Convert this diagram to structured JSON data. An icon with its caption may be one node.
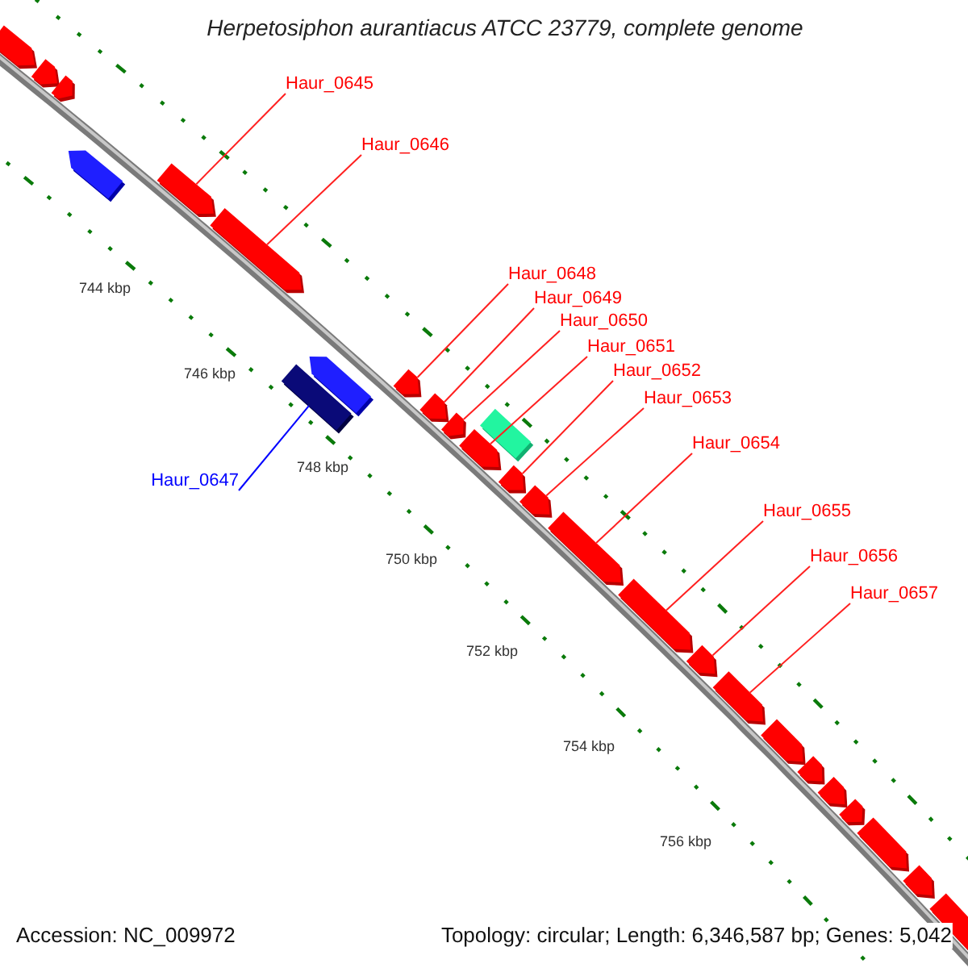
{
  "diagram": {
    "title": "Herpetosiphon aurantiacus ATCC 23779, complete genome",
    "nodes": [
      {
        "text": [
          "Haur_0645"
        ]
      },
      {
        "text": [
          "Haur_0646"
        ]
      },
      {
        "text": [
          "Haur_0647"
        ]
      },
      {
        "text": [
          "Haur_0648"
        ]
      },
      {
        "text": [
          "Haur_0649"
        ]
      },
      {
        "text": [
          "Haur_0650"
        ]
      },
      {
        "text": [
          "Haur_0651"
        ]
      },
      {
        "text": [
          "Haur_0652"
        ]
      },
      {
        "text": [
          "Haur_0653"
        ]
      },
      {
        "text": [
          "Haur_0654"
        ]
      },
      {
        "text": [
          "Haur_0655"
        ]
      },
      {
        "text": [
          "Haur_0656"
        ]
      },
      {
        "text": [
          "Haur_0657"
        ]
      },
      {
        "text": [],
        "shape": "arrow"
      },
      {
        "text": [],
        "shape": "arrow"
      },
      {
        "text": [],
        "shape": "arrow"
      },
      {
        "text": [],
        "shape": "arrow"
      },
      {
        "text": [],
        "shape": "arrow"
      },
      {
        "text": [],
        "shape": "arrow"
      },
      {
        "text": [],
        "shape": "arrow"
      },
      {
        "text": [],
        "shape": "bar"
      },
      {
        "text": [],
        "shape": "arrow"
      },
      {
        "text": [],
        "shape": "arrow"
      },
      {
        "text": [],
        "shape": "arrow"
      },
      {
        "text": [],
        "shape": "arrow"
      },
      {
        "text": [],
        "shape": "bar"
      },
      {
        "text": [],
        "shape": "arrow"
      },
      {
        "text": [],
        "shape": "arrow"
      },
      {
        "text": [],
        "shape": "arrow"
      },
      {
        "text": [],
        "shape": "arrow"
      },
      {
        "text": [],
        "shape": "arrow"
      },
      {
        "text": [],
        "shape": "arrow"
      },
      {
        "text": [],
        "shape": "arrow"
      },
      {
        "text": [],
        "shape": "arrow"
      },
      {
        "text": [],
        "shape": "arrow"
      },
      {
        "text": [],
        "shape": "arrow"
      },
      {
        "text": [],
        "shape": "arrow"
      },
      {
        "text": [],
        "shape": "arrow"
      },
      {
        "text": [],
        "shape": "arrow"
      }
    ],
    "edges": [
      {
        "from": 0,
        "to": 17,
        "arrow": "none"
      },
      {
        "from": 1,
        "to": 18,
        "arrow": "none"
      },
      {
        "from": 2,
        "to": 20,
        "arrow": "none",
        "color": "#0000ff"
      },
      {
        "from": 3,
        "to": 21,
        "arrow": "none"
      },
      {
        "from": 4,
        "to": 22,
        "arrow": "none"
      },
      {
        "from": 5,
        "to": 23,
        "arrow": "none"
      },
      {
        "from": 6,
        "to": 24,
        "arrow": "none"
      },
      {
        "from": 7,
        "to": 26,
        "arrow": "none"
      },
      {
        "from": 8,
        "to": 27,
        "arrow": "none"
      },
      {
        "from": 9,
        "to": 28,
        "arrow": "none"
      },
      {
        "from": 10,
        "to": 29,
        "arrow": "none"
      },
      {
        "from": 11,
        "to": 30,
        "arrow": "none"
      },
      {
        "from": 12,
        "to": 31,
        "arrow": "none"
      }
    ],
    "labels": [
      "744 kbp",
      "746 kbp",
      "748 kbp",
      "750 kbp",
      "752 kbp",
      "754 kbp",
      "756 kbp",
      "Accession: NC_009972",
      "Topology: circular; Length: 6,346,587 bp; Genes: 5,042"
    ]
  }
}
